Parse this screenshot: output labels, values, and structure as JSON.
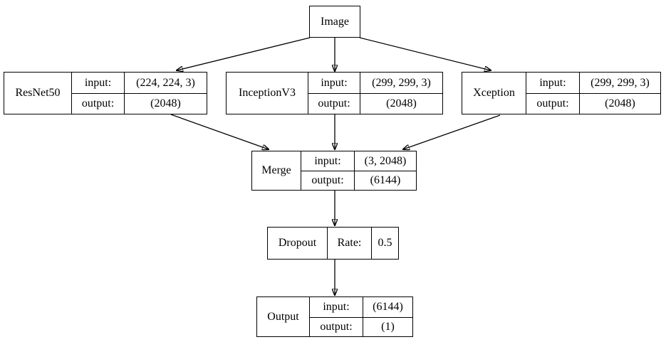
{
  "diagram": {
    "kind": "model-architecture-flowchart",
    "background_color": "#ffffff",
    "line_color": "#000000",
    "text_color": "#000000"
  },
  "nodes": {
    "image": {
      "label": "Image"
    },
    "resnet50": {
      "name": "ResNet50",
      "input_label": "input:",
      "input_value": "(224, 224, 3)",
      "output_label": "output:",
      "output_value": "(2048)"
    },
    "inceptionv3": {
      "name": "InceptionV3",
      "input_label": "input:",
      "input_value": "(299, 299, 3)",
      "output_label": "output:",
      "output_value": "(2048)"
    },
    "xception": {
      "name": "Xception",
      "input_label": "input:",
      "input_value": "(299, 299, 3)",
      "output_label": "output:",
      "output_value": "(2048)"
    },
    "merge": {
      "name": "Merge",
      "input_label": "input:",
      "input_value": "(3, 2048)",
      "output_label": "output:",
      "output_value": "(6144)"
    },
    "dropout": {
      "name": "Dropout",
      "rate_label": "Rate:",
      "rate_value": "0.5"
    },
    "output": {
      "name": "Output",
      "input_label": "input:",
      "input_value": "(6144)",
      "output_label": "output:",
      "output_value": "(1)"
    }
  },
  "edges": [
    {
      "from": "image",
      "to": "resnet50"
    },
    {
      "from": "image",
      "to": "inceptionv3"
    },
    {
      "from": "image",
      "to": "xception"
    },
    {
      "from": "resnet50",
      "to": "merge"
    },
    {
      "from": "inceptionv3",
      "to": "merge"
    },
    {
      "from": "xception",
      "to": "merge"
    },
    {
      "from": "merge",
      "to": "dropout"
    },
    {
      "from": "dropout",
      "to": "output"
    }
  ]
}
